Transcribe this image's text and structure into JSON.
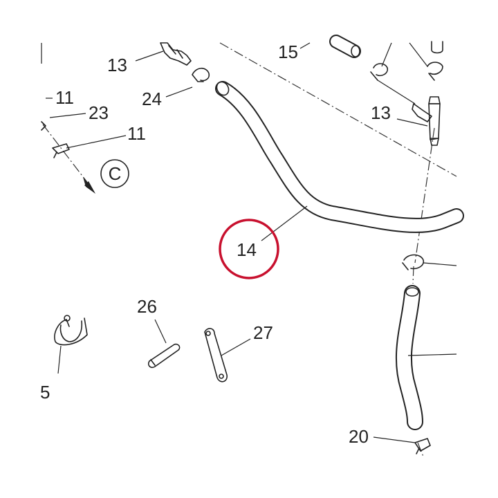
{
  "callouts": {
    "c13_top": "13",
    "c15": "15",
    "c11_top": "11",
    "c24": "24",
    "c23": "23",
    "c13_right": "13",
    "c11_mid": "11",
    "c_view": "C",
    "c14": "14",
    "c26": "26",
    "c27": "27",
    "c5": "5",
    "c20": "20"
  },
  "highlight": {
    "target": "14",
    "color": "#c8102e"
  },
  "colors": {
    "ink": "#222222",
    "background": "#ffffff"
  },
  "parts": [
    "hose-14",
    "hose-20-segment",
    "fitting-13-top",
    "fitting-13-right",
    "clamp-24",
    "clamp-5",
    "tie-26",
    "strap-27",
    "clip-20"
  ]
}
